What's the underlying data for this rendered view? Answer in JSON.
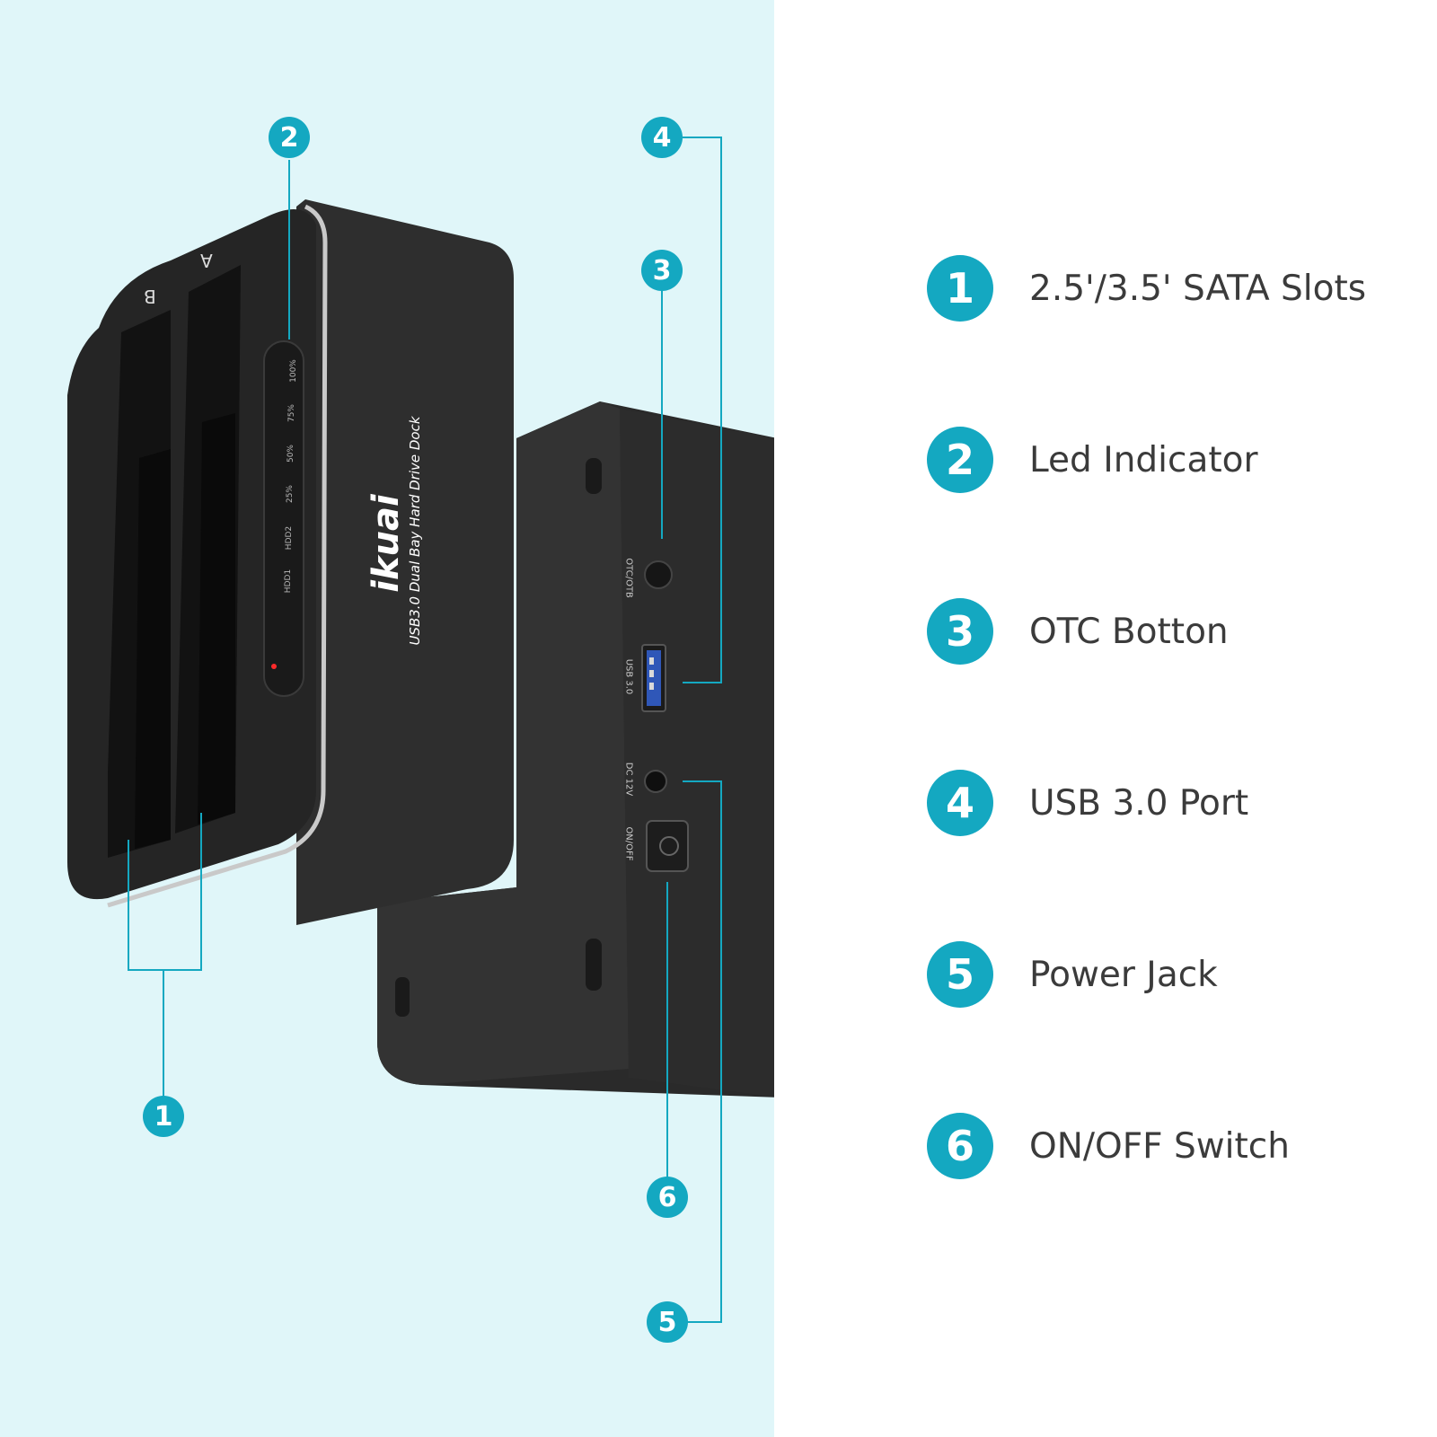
{
  "device": {
    "brand": "ikuai",
    "product_name": "USB3.0 Dual Bay Hard Drive Dock",
    "slot_labels": {
      "a": "A",
      "b": "B"
    },
    "led_labels": [
      "100%",
      "75%",
      "50%",
      "25%",
      "HDD2",
      "HDD1"
    ],
    "port_labels": {
      "otc": "OTC/OTB",
      "usb": "USB 3.0",
      "dc": "DC 12V",
      "power": "ON/OFF"
    }
  },
  "callouts": {
    "c1": "1",
    "c2": "2",
    "c3": "3",
    "c4": "4",
    "c5": "5",
    "c6": "6"
  },
  "legend": [
    {
      "number": "1",
      "label": "2.5'/3.5' SATA Slots"
    },
    {
      "number": "2",
      "label": "Led Indicator"
    },
    {
      "number": "3",
      "label": "OTC Botton"
    },
    {
      "number": "4",
      "label": "USB 3.0 Port"
    },
    {
      "number": "5",
      "label": "Power Jack"
    },
    {
      "number": "6",
      "label": "ON/OFF Switch"
    }
  ],
  "colors": {
    "panel_bg": "#e0f6f9",
    "accent": "#14a8c1",
    "device_body": "#2b2b2b",
    "text": "#3b3b3b"
  }
}
